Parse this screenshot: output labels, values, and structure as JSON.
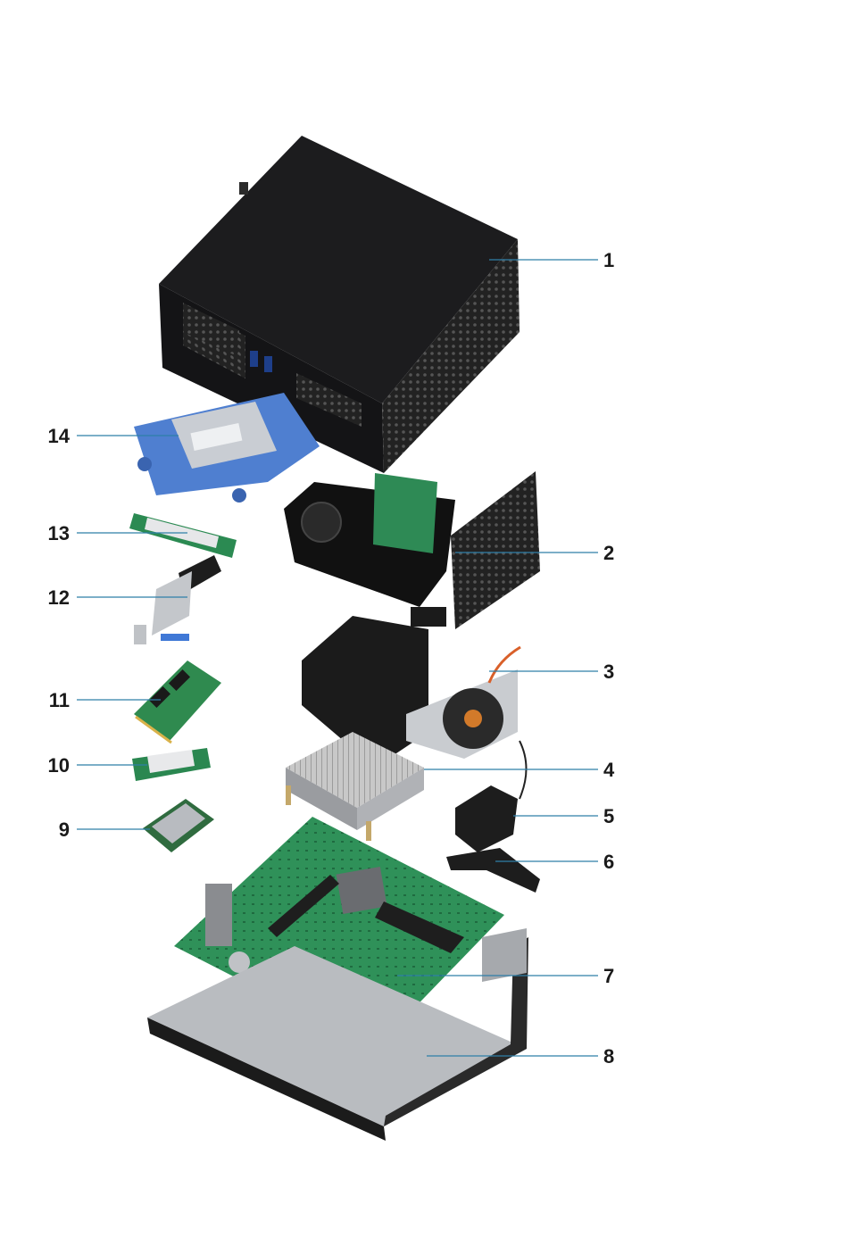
{
  "callouts": [
    {
      "num": "1",
      "part_icon": "chassis-cover-icon"
    },
    {
      "num": "2",
      "part_icon": "graphics-card-icon"
    },
    {
      "num": "3",
      "part_icon": "fan-shroud-icon"
    },
    {
      "num": "4",
      "part_icon": "heatsink-icon"
    },
    {
      "num": "5",
      "part_icon": "speaker-icon"
    },
    {
      "num": "6",
      "part_icon": "bracket-icon"
    },
    {
      "num": "7",
      "part_icon": "system-board-icon"
    },
    {
      "num": "8",
      "part_icon": "base-chassis-icon"
    },
    {
      "num": "9",
      "part_icon": "processor-icon"
    },
    {
      "num": "10",
      "part_icon": "wlan-card-icon"
    },
    {
      "num": "11",
      "part_icon": "memory-module-icon"
    },
    {
      "num": "12",
      "part_icon": "riser-cable-icon"
    },
    {
      "num": "13",
      "part_icon": "ssd-icon"
    },
    {
      "num": "14",
      "part_icon": "hdd-bracket-icon"
    }
  ],
  "colors": {
    "leader": "#2f7fa8",
    "cover": "#1c1c1e",
    "pcb": "#2e8b57",
    "blue_bracket": "#4f7fd0",
    "metal": "#b9bcc0"
  }
}
